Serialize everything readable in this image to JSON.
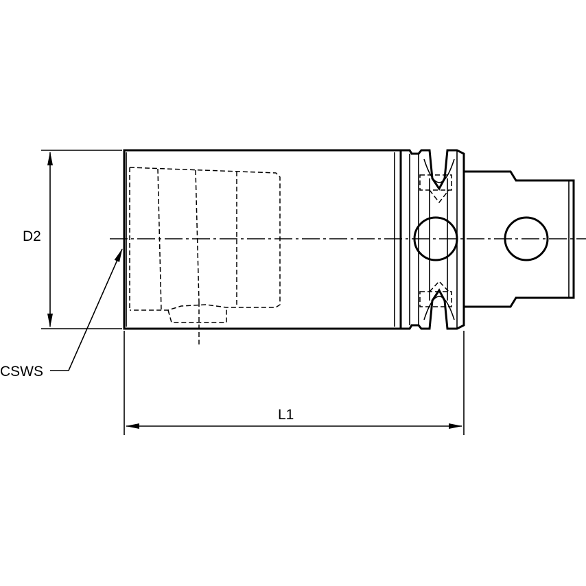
{
  "labels": {
    "d2": "D2",
    "l1": "L1",
    "csws": "CSWS"
  },
  "colors": {
    "body_fill": "#cbcbcb",
    "line": "#000000",
    "background": "#ffffff"
  }
}
